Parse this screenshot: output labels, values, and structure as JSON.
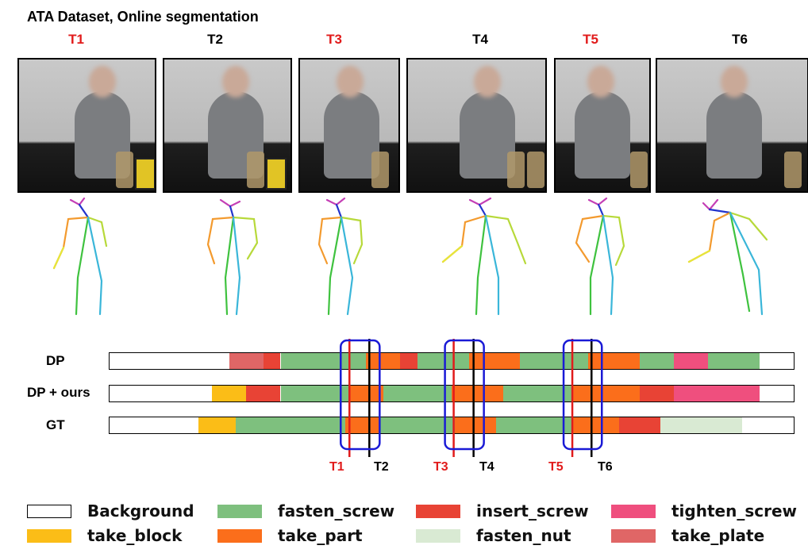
{
  "title": "ATA Dataset, Online segmentation",
  "time_labels": [
    {
      "label": "T1",
      "color": "#e11b1b"
    },
    {
      "label": "T2",
      "color": "#000000"
    },
    {
      "label": "T3",
      "color": "#e11b1b"
    },
    {
      "label": "T4",
      "color": "#000000"
    },
    {
      "label": "T5",
      "color": "#e11b1b"
    },
    {
      "label": "T6",
      "color": "#000000"
    }
  ],
  "rows": [
    {
      "label": "DP",
      "segments": [
        {
          "start": 0.0,
          "end": 0.175,
          "cls": "Background"
        },
        {
          "start": 0.175,
          "end": 0.225,
          "cls": "take_plate"
        },
        {
          "start": 0.225,
          "end": 0.25,
          "cls": "insert_screw"
        },
        {
          "start": 0.25,
          "end": 0.375,
          "cls": "fasten_screw"
        },
        {
          "start": 0.375,
          "end": 0.425,
          "cls": "take_part"
        },
        {
          "start": 0.425,
          "end": 0.45,
          "cls": "insert_screw"
        },
        {
          "start": 0.45,
          "end": 0.525,
          "cls": "fasten_screw"
        },
        {
          "start": 0.525,
          "end": 0.6,
          "cls": "take_part"
        },
        {
          "start": 0.6,
          "end": 0.7,
          "cls": "fasten_screw"
        },
        {
          "start": 0.7,
          "end": 0.775,
          "cls": "take_part"
        },
        {
          "start": 0.775,
          "end": 0.825,
          "cls": "fasten_screw"
        },
        {
          "start": 0.825,
          "end": 0.875,
          "cls": "tighten_screw"
        },
        {
          "start": 0.875,
          "end": 0.95,
          "cls": "fasten_screw"
        },
        {
          "start": 0.95,
          "end": 1.0,
          "cls": "Background"
        }
      ]
    },
    {
      "label": "DP + ours",
      "segments": [
        {
          "start": 0.0,
          "end": 0.15,
          "cls": "Background"
        },
        {
          "start": 0.15,
          "end": 0.2,
          "cls": "take_block"
        },
        {
          "start": 0.2,
          "end": 0.25,
          "cls": "insert_screw"
        },
        {
          "start": 0.25,
          "end": 0.35,
          "cls": "fasten_screw"
        },
        {
          "start": 0.35,
          "end": 0.4,
          "cls": "take_part"
        },
        {
          "start": 0.4,
          "end": 0.5,
          "cls": "fasten_screw"
        },
        {
          "start": 0.5,
          "end": 0.575,
          "cls": "take_part"
        },
        {
          "start": 0.575,
          "end": 0.675,
          "cls": "fasten_screw"
        },
        {
          "start": 0.675,
          "end": 0.775,
          "cls": "take_part"
        },
        {
          "start": 0.775,
          "end": 0.825,
          "cls": "insert_screw"
        },
        {
          "start": 0.825,
          "end": 0.95,
          "cls": "tighten_screw"
        },
        {
          "start": 0.95,
          "end": 1.0,
          "cls": "Background"
        }
      ]
    },
    {
      "label": "GT",
      "segments": [
        {
          "start": 0.0,
          "end": 0.13,
          "cls": "Background"
        },
        {
          "start": 0.13,
          "end": 0.185,
          "cls": "take_block"
        },
        {
          "start": 0.185,
          "end": 0.345,
          "cls": "fasten_screw"
        },
        {
          "start": 0.345,
          "end": 0.395,
          "cls": "take_part"
        },
        {
          "start": 0.395,
          "end": 0.505,
          "cls": "fasten_screw"
        },
        {
          "start": 0.505,
          "end": 0.565,
          "cls": "take_part"
        },
        {
          "start": 0.565,
          "end": 0.675,
          "cls": "fasten_screw"
        },
        {
          "start": 0.675,
          "end": 0.745,
          "cls": "take_part"
        },
        {
          "start": 0.745,
          "end": 0.805,
          "cls": "insert_screw"
        },
        {
          "start": 0.805,
          "end": 0.925,
          "cls": "fasten_nut"
        },
        {
          "start": 0.925,
          "end": 1.0,
          "cls": "Background"
        }
      ]
    }
  ],
  "markers": [
    {
      "label": "T1",
      "pos": 0.351,
      "color": "#e11b1b"
    },
    {
      "label": "T2",
      "pos": 0.38,
      "color": "#000000"
    },
    {
      "label": "T3",
      "pos": 0.503,
      "color": "#e11b1b"
    },
    {
      "label": "T4",
      "pos": 0.532,
      "color": "#000000"
    },
    {
      "label": "T5",
      "pos": 0.676,
      "color": "#e11b1b"
    },
    {
      "label": "T6",
      "pos": 0.704,
      "color": "#000000"
    }
  ],
  "legend": [
    {
      "name": "Background",
      "color": "#ffffff"
    },
    {
      "name": "fasten_screw",
      "color": "#7ec07e"
    },
    {
      "name": "insert_screw",
      "color": "#e84335"
    },
    {
      "name": "tighten_screw",
      "color": "#ef4f7e"
    },
    {
      "name": "take_block",
      "color": "#fbbd17"
    },
    {
      "name": "take_part",
      "color": "#fb6e1b"
    },
    {
      "name": "fasten_nut",
      "color": "#d9ead3"
    },
    {
      "name": "take_plate",
      "color": "#e06666"
    }
  ]
}
